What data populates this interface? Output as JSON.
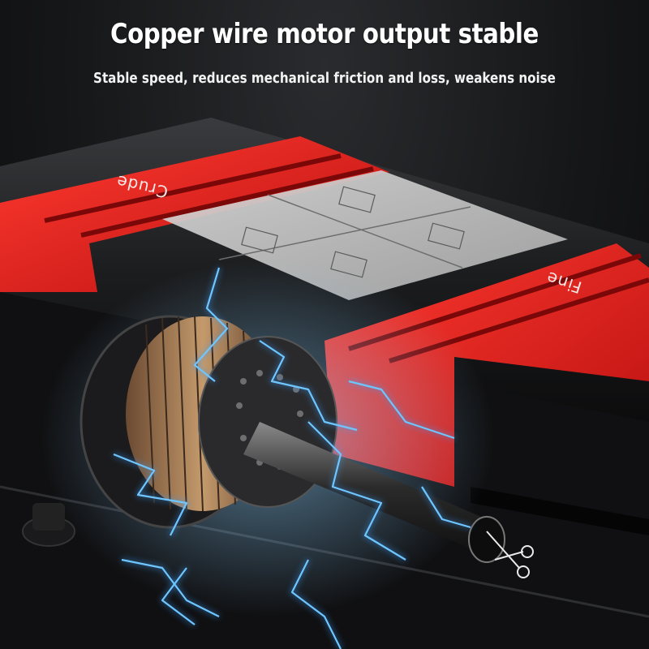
{
  "header": {
    "title": "Copper wire motor output stable",
    "subtitle": "Stable speed, reduces mechanical friction and loss, weakens noise"
  },
  "product": {
    "left_slot_label": "Crude",
    "right_slot_label": "Fine",
    "body_color": "#1a1b1d",
    "accent_color": "#e11b1b",
    "spark_color": "#5fb8ff"
  }
}
